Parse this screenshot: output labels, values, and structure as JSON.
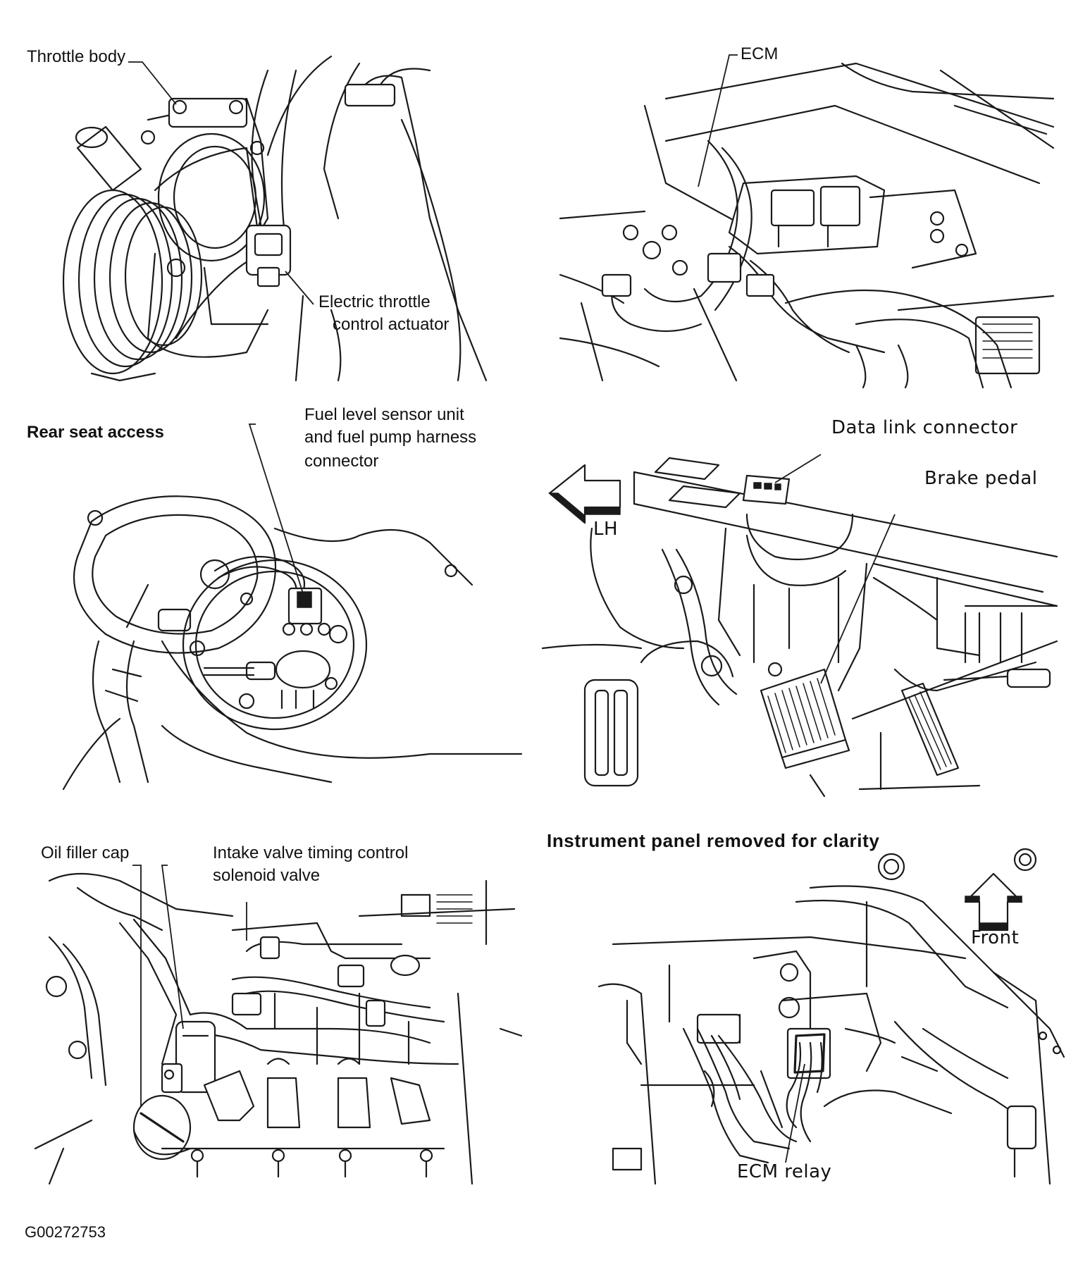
{
  "figure_code": "G00272753",
  "panels": {
    "throttle": {
      "labels": {
        "throttle_body": "Throttle body",
        "actuator_line1": "Electric throttle",
        "actuator_line2": "control actuator"
      }
    },
    "ecm": {
      "labels": {
        "ecm": "ECM"
      }
    },
    "fuel": {
      "header": "Rear seat access",
      "labels": {
        "line1": "Fuel level sensor unit",
        "line2": "and fuel pump harness",
        "line3": "connector"
      }
    },
    "dlc": {
      "labels": {
        "data_link": "Data link connector",
        "brake_pedal": "Brake pedal",
        "lh": "LH"
      }
    },
    "oil": {
      "labels": {
        "oil_filler_cap": "Oil filler cap",
        "ivtc_line1": "Intake valve timing control",
        "ivtc_line2": "solenoid valve"
      }
    },
    "relay": {
      "header": "Instrument panel removed for clarity",
      "labels": {
        "front": "Front",
        "ecm_relay": "ECM relay"
      }
    }
  }
}
